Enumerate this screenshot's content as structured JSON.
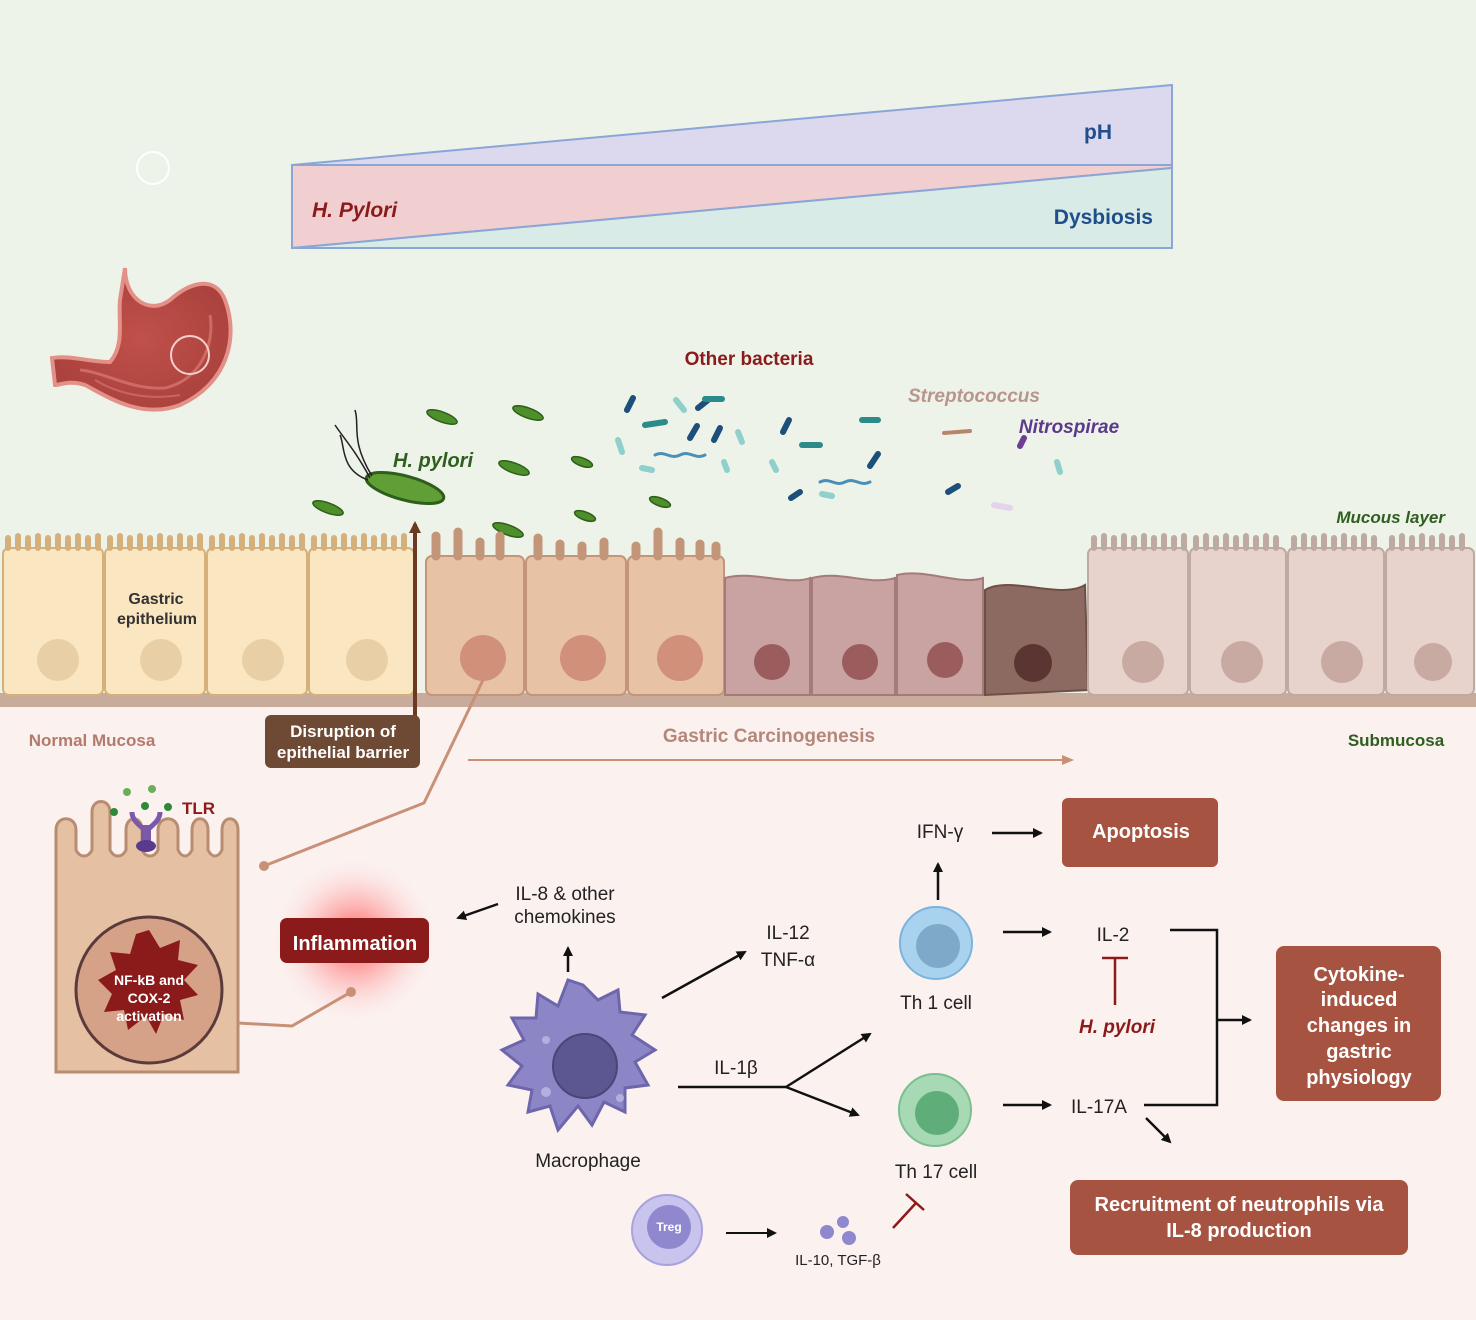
{
  "gradient": {
    "ph_label": "pH",
    "hpylori_label": "H. Pylori",
    "dysbiosis_label": "Dysbiosis"
  },
  "bacteria": {
    "other_bacteria": "Other bacteria",
    "streptococcus": "Streptococcus",
    "nitrospirae": "Nitrospirae",
    "hpylori": "H. pylori"
  },
  "layers": {
    "mucous_layer": "Mucous layer",
    "gastric_epithelium_line1": "Gastric",
    "gastric_epithelium_line2": "epithelium",
    "normal_mucosa": "Normal Mucosa",
    "submucosa": "Submucosa",
    "carcinogenesis": "Gastric Carcinogenesis",
    "disruption_line1": "Disruption of",
    "disruption_line2": "epithelial barrier"
  },
  "cell_detail": {
    "tlr": "TLR",
    "nfkb_line1": "NF-kB and",
    "nfkb_line2": "COX-2",
    "nfkb_line3": "activation",
    "inflammation": "Inflammation"
  },
  "immune": {
    "il8_line1": "IL-8 & other",
    "il8_line2": "chemokines",
    "macrophage": "Macrophage",
    "il12": "IL-12",
    "tnfa": "TNF-α",
    "il1b": "IL-1β",
    "ifng": "IFN-γ",
    "apoptosis": "Apoptosis",
    "th1": "Th 1 cell",
    "th17": "Th 17 cell",
    "il2": "IL-2",
    "il17a": "IL-17A",
    "hpylori_inhibit": "H. pylori",
    "treg": "Treg",
    "il10": "IL-10, TGF-β",
    "cytokine_line1": "Cytokine-",
    "cytokine_line2": "induced",
    "cytokine_line3": "changes in",
    "cytokine_line4": "gastric",
    "cytokine_line5": "physiology",
    "recruit_line1": "Recruitment of neutrophils via",
    "recruit_line2": "IL-8 production"
  },
  "colors": {
    "top_bg": "#eef3ea",
    "bottom_bg": "#fbf1ef",
    "ph_fill": "#dcd9ef",
    "hpylori_fill": "#f1cfd0",
    "dysbiosis_fill": "#d8ebe6",
    "dark_red": "#8b1a1a",
    "box_brown": "#a65441",
    "blue_label": "#1f4e8c",
    "green_label": "#2f5f1f"
  }
}
